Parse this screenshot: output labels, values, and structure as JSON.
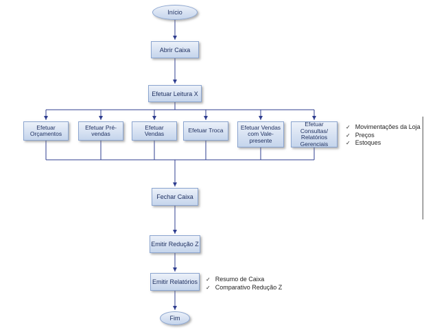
{
  "flowchart": {
    "nodes": {
      "inicio": "Início",
      "abrir_caixa": "Abrir Caixa",
      "efetuar_leitura_x": "Efetuar Leitura X",
      "fechar_caixa": "Fechar Caixa",
      "emitir_reducao_z": "Emitir Redução Z",
      "emitir_relatorios": "Emitir Relatórios",
      "fim": "Fim"
    },
    "branches": [
      {
        "label": "Efetuar Orçamentos"
      },
      {
        "label": "Efetuar Pré-vendas"
      },
      {
        "label": "Efetuar Vendas"
      },
      {
        "label": "Efetuar Troca"
      },
      {
        "label": "Efetuar Vendas com Vale-presente"
      },
      {
        "label": "Efetuar Consultas/ Relatórios Gerenciais"
      }
    ],
    "annotations": {
      "consultas_items": [
        "Movimentações da Loja",
        "Preços",
        "Estoques"
      ],
      "relatorios_items": [
        "Resumo de Caixa",
        "Comparativo Redução Z"
      ]
    },
    "check_glyph": "✓",
    "edges": [
      [
        "inicio",
        "abrir_caixa"
      ],
      [
        "abrir_caixa",
        "efetuar_leitura_x"
      ],
      [
        "efetuar_leitura_x",
        "branches"
      ],
      [
        "branches",
        "fechar_caixa"
      ],
      [
        "fechar_caixa",
        "emitir_reducao_z"
      ],
      [
        "emitir_reducao_z",
        "emitir_relatorios"
      ],
      [
        "emitir_relatorios",
        "fim"
      ]
    ],
    "colors": {
      "node_fill_top": "#ecf1f9",
      "node_fill_bottom": "#c5d5ec",
      "node_border": "#8aa4cf",
      "connector": "#2e3d8f",
      "node_text": "#1f3060",
      "annotation_text": "#222222"
    }
  }
}
